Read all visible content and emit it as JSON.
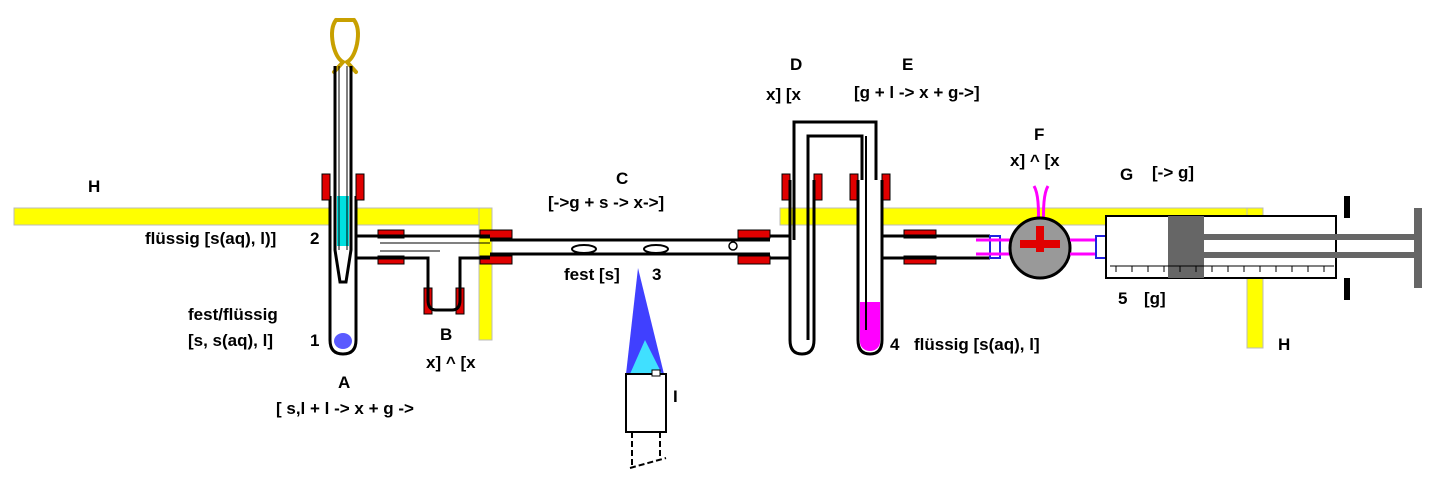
{
  "labels": {
    "H_left": "H",
    "H_right": "H",
    "A": "A",
    "A_reaction": "[ s,l + l -> x + g ->",
    "B": "B",
    "B_state": "x] ^ [x",
    "C": "C",
    "C_reaction": "[->g + s -> x->]",
    "D": "D",
    "D_state": "x]  [x",
    "E": "E",
    "E_reaction": "[g + l -> x + g->]",
    "F": "F",
    "F_state": "x] ^ [x",
    "G": "G",
    "G_state": "[-> g]",
    "I": "I",
    "fluessig_2": "flüssig [s(aq), l)]",
    "num_2": "2",
    "fest_fluessig": "fest/flüssig",
    "fest_fluessig_states": "[s, s(aq), l]",
    "num_1": "1",
    "fest_3": "fest [s]",
    "num_3": "3",
    "num_4": "4",
    "fluessig_4": "flüssig [s(aq), l]",
    "num_5": "5",
    "state_5": "[g]"
  },
  "colors": {
    "frame": "#ffff00",
    "clamp": "#e00000",
    "liquid_A": "#00e0e0",
    "solid_A": "#5a5aff",
    "liquid_E": "#ff00ff",
    "funnel": "#c8a000",
    "flame": "#4040ff",
    "flame_core": "#40e0ff",
    "valve": "#999999",
    "valve_handle": "#e00000",
    "connector": "#2020e0",
    "hose": "#ff00ff",
    "plunger": "#666666",
    "glass": "#000000"
  }
}
